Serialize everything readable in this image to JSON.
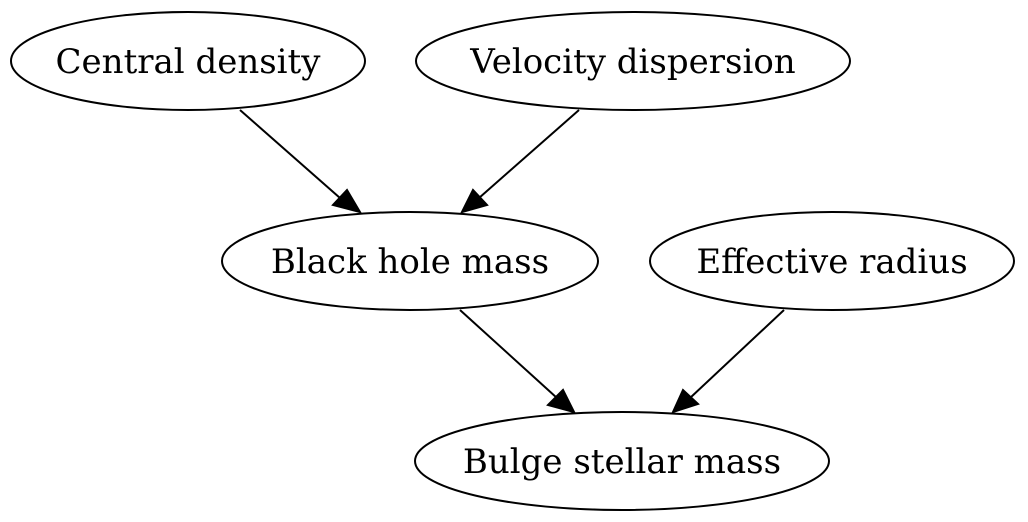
{
  "diagram": {
    "nodes": [
      {
        "id": "central-density",
        "label": "Central density"
      },
      {
        "id": "velocity-dispersion",
        "label": "Velocity dispersion"
      },
      {
        "id": "black-hole-mass",
        "label": "Black hole mass"
      },
      {
        "id": "effective-radius",
        "label": "Effective radius"
      },
      {
        "id": "bulge-stellar-mass",
        "label": "Bulge stellar mass"
      }
    ],
    "edges": [
      {
        "from": "central-density",
        "to": "black-hole-mass"
      },
      {
        "from": "velocity-dispersion",
        "to": "black-hole-mass"
      },
      {
        "from": "black-hole-mass",
        "to": "bulge-stellar-mass"
      },
      {
        "from": "effective-radius",
        "to": "bulge-stellar-mass"
      }
    ]
  }
}
